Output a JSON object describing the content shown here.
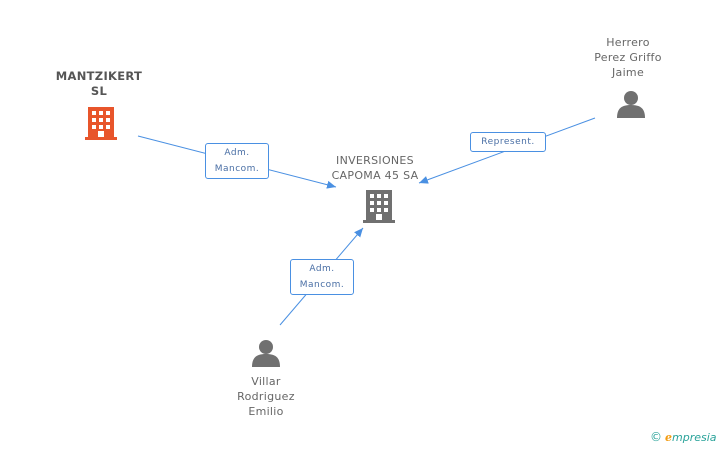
{
  "nodes": {
    "mantzikert": {
      "lines": [
        "MANTZIKERT",
        "SL"
      ],
      "type": "company",
      "color": "#e8552b"
    },
    "inversiones": {
      "lines": [
        "INVERSIONES",
        "CAPOMA 45 SA"
      ],
      "type": "company",
      "color": "#707070"
    },
    "herrero": {
      "lines": [
        "Herrero",
        "Perez Griffo",
        "Jaime"
      ],
      "type": "person",
      "color": "#707070"
    },
    "villar": {
      "lines": [
        "Villar",
        "Rodriguez",
        "Emilio"
      ],
      "type": "person",
      "color": "#707070"
    }
  },
  "edges": {
    "mantzikert_to_inversiones": {
      "lines": [
        "Adm.",
        "Mancom."
      ]
    },
    "herrero_to_inversiones": {
      "lines": [
        "Represent."
      ]
    },
    "villar_to_inversiones": {
      "lines": [
        "Adm.",
        "Mancom."
      ]
    }
  },
  "colors": {
    "edge": "#4a90e2"
  },
  "watermark": {
    "symbol": "©",
    "brand_initial": "e",
    "brand_rest": "mpresia"
  }
}
